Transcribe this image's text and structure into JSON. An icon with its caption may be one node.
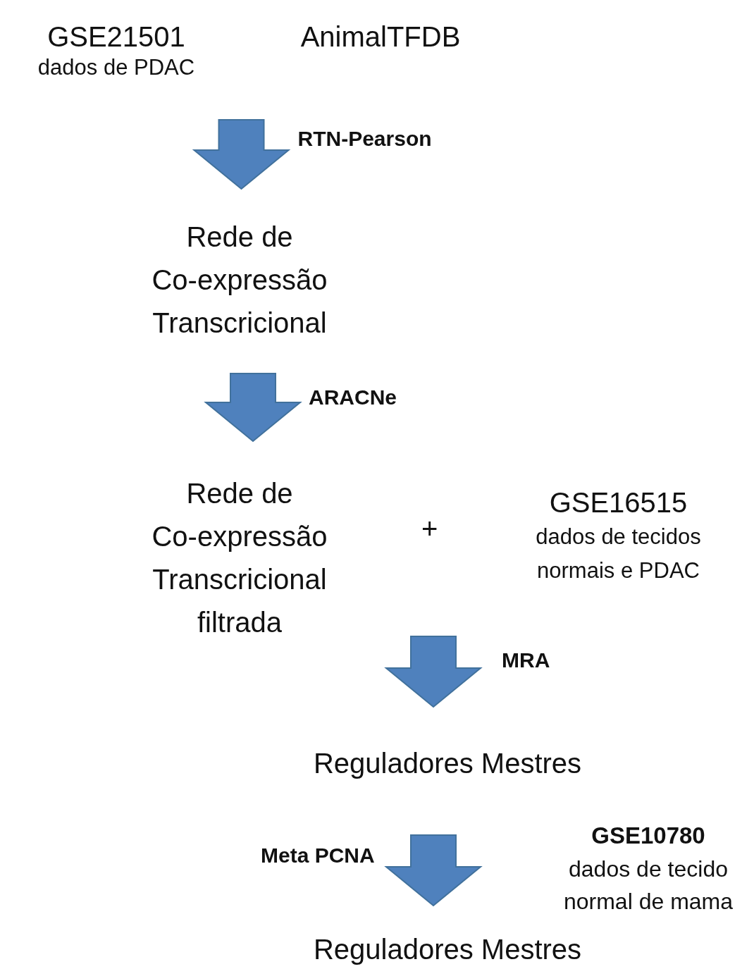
{
  "diagram": {
    "nodes": [
      {
        "text": [
          "GSE21501",
          "dados  de PDAC"
        ]
      },
      {
        "text": [
          "AnimalTFDB"
        ]
      },
      {
        "text": [
          "Rede de Co-expressão Transcricional"
        ]
      },
      {
        "text": [
          "Rede de Co-expressão Transcricional filtrada"
        ]
      },
      {
        "text": [
          "GSE16515",
          "dados de tecidos normais e PDAC"
        ]
      },
      {
        "text": [
          "Reguladores Mestres"
        ]
      },
      {
        "text": [
          "GSE10780",
          "dados de tecido normal de mama"
        ]
      },
      {
        "text": [
          "Reguladores Mestres"
        ]
      }
    ],
    "edges": [
      {
        "from": 0,
        "to": 2,
        "arrow": "to",
        "label": "RTN-Pearson"
      },
      {
        "from": 1,
        "to": 2,
        "arrow": "to"
      },
      {
        "from": 2,
        "to": 3,
        "arrow": "to",
        "label": "ARACNe"
      },
      {
        "from": 3,
        "to": 5,
        "arrow": "to",
        "label": "MRA"
      },
      {
        "from": 5,
        "to": 7,
        "arrow": "to",
        "label": "Meta PCNA"
      }
    ],
    "labels": [
      "+"
    ]
  }
}
